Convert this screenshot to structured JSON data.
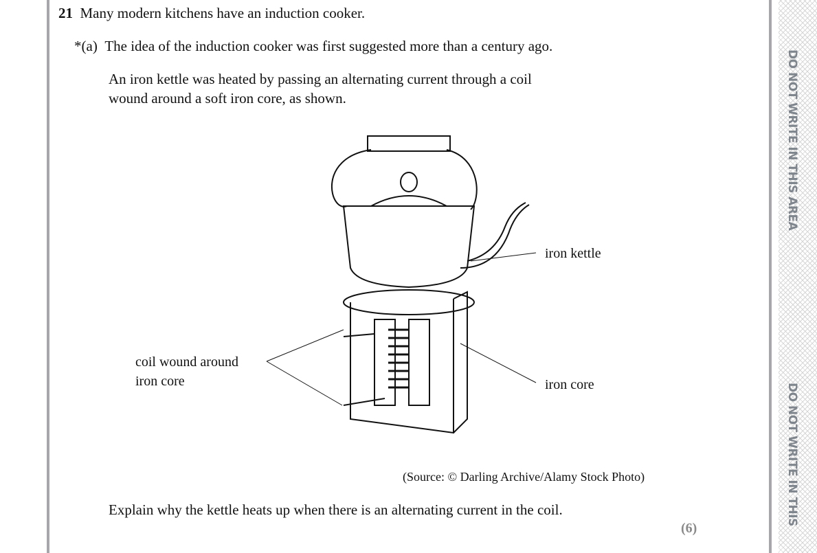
{
  "question": {
    "number": "21",
    "intro": "Many modern kitchens have an induction cooker."
  },
  "part_a": {
    "label": "*(a)",
    "text": "The idea of the induction cooker was first suggested more than a century ago.",
    "para_line1": "An iron kettle was heated by passing an alternating current through a coil",
    "para_line2": "wound around a soft iron core, as shown.",
    "figure": {
      "label_kettle": "iron kettle",
      "label_coil_line1": "coil wound around",
      "label_coil_line2": "iron core",
      "label_core": "iron core",
      "source": "(Source: © Darling Archive/Alamy Stock Photo)"
    },
    "prompt": "Explain why the kettle heats up when there is an alternating current in the coil.",
    "marks": "(6)"
  },
  "margin": {
    "warning": "DO NOT WRITE IN THIS AREA",
    "warning2": "DO NOT WRITE IN THIS"
  }
}
